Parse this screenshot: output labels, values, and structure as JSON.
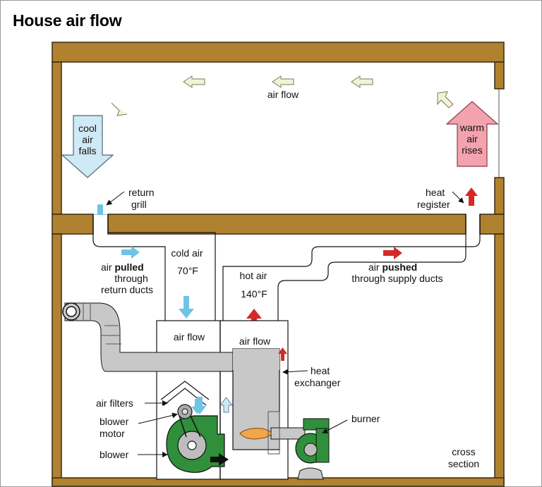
{
  "title": "House air flow",
  "colors": {
    "wall": "#b0822f",
    "wall_edge": "#3a2a10",
    "cool_arrow": "#cfe9f5",
    "warm_arrow": "#f3a3ad",
    "cold_flow": "#6fc4e6",
    "hot_flow": "#d42a25",
    "machine_green": "#2f8f3a",
    "duct_gray": "#c8c8c8",
    "flame": "#f2a54a"
  },
  "labels": {
    "air_flow_top": "air flow",
    "cool_air": [
      "cool",
      "air",
      "falls"
    ],
    "warm_air": [
      "warm",
      "air",
      "rises"
    ],
    "return_grill": [
      "return",
      "grill"
    ],
    "heat_register": [
      "heat",
      "register"
    ],
    "cold_air": "cold air",
    "cold_temp": "70°F",
    "hot_air": "hot air",
    "hot_temp": "140°F",
    "air_pulled": {
      "prefix": "air ",
      "bold": "pulled",
      "line2": "through",
      "line3": "return ducts"
    },
    "air_pushed": {
      "prefix": "air ",
      "bold": "pushed",
      "line2": "through supply ducts"
    },
    "air_flow_return": "air flow",
    "air_flow_supply": "air flow",
    "heat_exchanger": [
      "heat",
      "exchanger"
    ],
    "air_filters": "air filters",
    "blower_motor": [
      "blower",
      "motor"
    ],
    "blower": "blower",
    "burner": "burner",
    "cross_section": [
      "cross",
      "section"
    ]
  }
}
